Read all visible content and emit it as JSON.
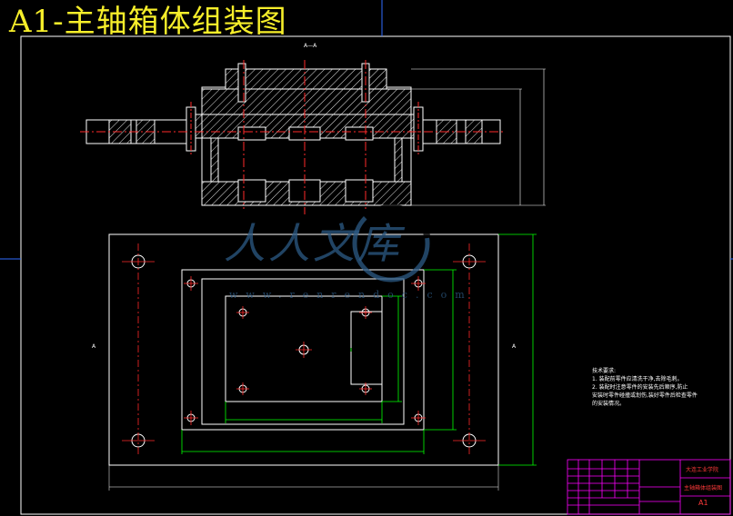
{
  "title": "A1-主轴箱体组装图",
  "section_label": "A—A",
  "view_markers": [
    "A",
    "A"
  ],
  "watermark": {
    "text_cn": "人人文库",
    "url": "www.renrendoc.com"
  },
  "technical_requirements": {
    "heading": "技术要求:",
    "lines": [
      "1. 装配前零件应清洗干净,去除毛刺。",
      "2. 装配时注意零件的安装先后顺序,防止",
      "安装时零件碰撞或划伤,装好零件后检查零件",
      "的安装情况。"
    ]
  },
  "title_block": {
    "school": "大连工业学院",
    "drawing_name": "主轴箱体组装图",
    "sheet": "A1"
  },
  "colors": {
    "background": "#000000",
    "outline": "#ffffff",
    "centerline": "#ff2a2a",
    "dimension": "#00ff00",
    "title": "#f6ee2a",
    "title_block": "#ff00ff",
    "watermark": "#2d5b86"
  }
}
